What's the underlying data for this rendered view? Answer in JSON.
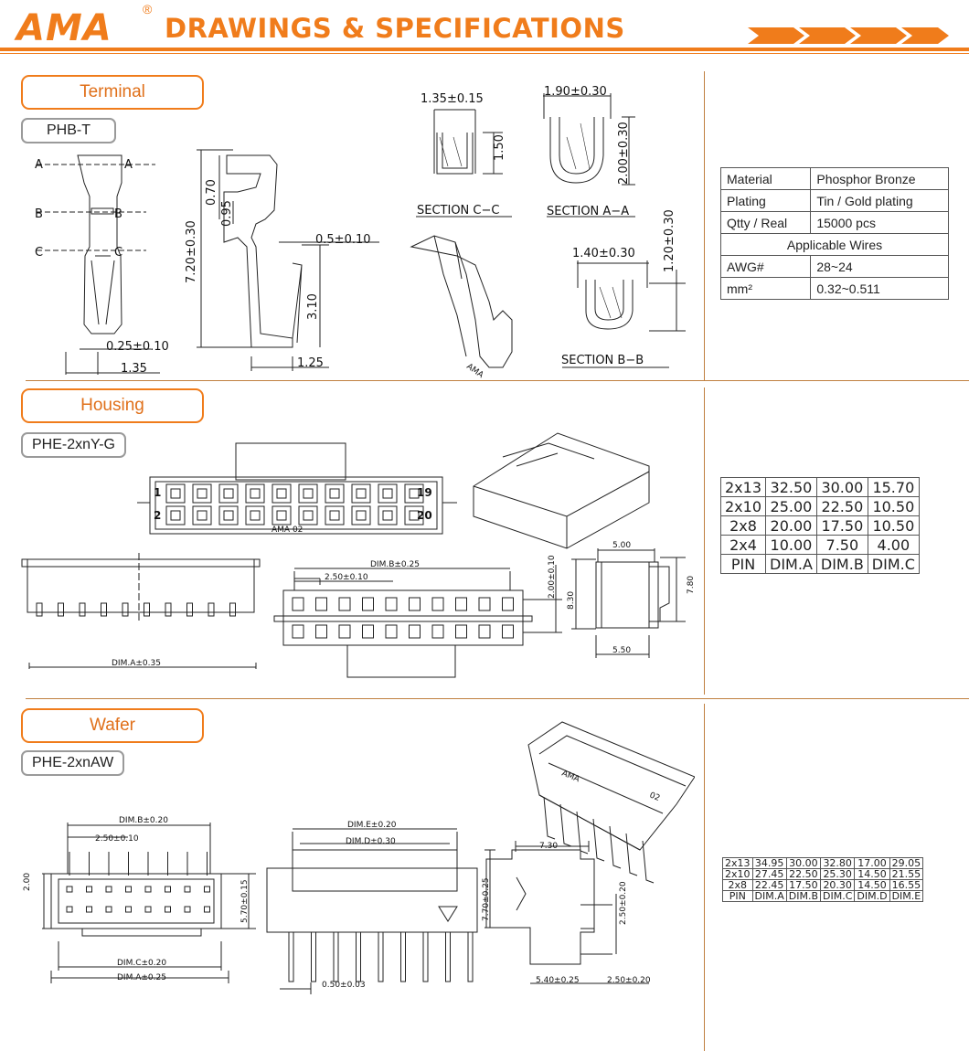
{
  "header": {
    "logo": "AMA",
    "logo_mark": "®",
    "title": "DRAWINGS & SPECIFICATIONS",
    "accent_color": "#f07c1b"
  },
  "terminal": {
    "section_label": "Terminal",
    "part_label": "PHB-T",
    "dims": {
      "section_a": "A",
      "section_b": "B",
      "section_c": "C",
      "w_0_25": "0.25±0.10",
      "w_1_35": "1.35",
      "h_7_20": "7.20±0.30",
      "h_0_70": "0.70",
      "h_0_95": "0.95",
      "t_0_5": "0.5±0.10",
      "h_3_10": "3.10",
      "w_1_25": "1.25",
      "cc_w": "1.35±0.15",
      "cc_h": "1.50",
      "cc_label": "SECTION C−C",
      "aa_w": "1.90±0.30",
      "aa_h": "2.00±0.30",
      "aa_label": "SECTION A−A",
      "bb_w": "1.40±0.30",
      "bb_h": "1.20±0.30",
      "bb_label": "SECTION B−B",
      "iso_mark": "AMA"
    },
    "spec_rows": [
      {
        "label": "Material",
        "value": "Phosphor Bronze"
      },
      {
        "label": "Plating",
        "value": "Tin / Gold plating"
      },
      {
        "label": "Qtty / Real",
        "value": "15000 pcs"
      }
    ],
    "spec_span": "Applicable Wires",
    "spec_rows2": [
      {
        "label": "AWG#",
        "value": "28~24"
      },
      {
        "label": "mm²",
        "value": "0.32~0.511"
      }
    ]
  },
  "housing": {
    "section_label": "Housing",
    "part_label": "PHE-2xnY-G",
    "dims": {
      "pin1": "1",
      "pin2": "2",
      "pin19": "19",
      "pin20": "20",
      "mark": "AMA  02",
      "dim_a": "DIM.A±0.35",
      "dim_b": "DIM.B±0.25",
      "pitch": "2.50±0.10",
      "h_2_00": "2.00±0.10",
      "h_8_30": "8.30",
      "w_5_00": "5.00",
      "h_7_80": "7.80",
      "w_5_50": "5.50"
    },
    "table": [
      [
        "2x13",
        "32.50",
        "30.00",
        "15.70"
      ],
      [
        "2x10",
        "25.00",
        "22.50",
        "10.50"
      ],
      [
        "2x8",
        "20.00",
        "17.50",
        "10.50"
      ],
      [
        "2x4",
        "10.00",
        "7.50",
        "4.00"
      ],
      [
        "PIN",
        "DIM.A",
        "DIM.B",
        "DIM.C"
      ]
    ]
  },
  "wafer": {
    "section_label": "Wafer",
    "part_label": "PHE-2xnAW",
    "dims": {
      "dim_b": "DIM.B±0.20",
      "pitch": "2.50±0.10",
      "h_2_00": "2.00",
      "h_5_70": "5.70±0.15",
      "dim_c": "DIM.C±0.20",
      "dim_a": "DIM.A±0.25",
      "dim_e": "DIM.E±0.20",
      "dim_d": "DIM.D±0.30",
      "pin_w": "0.50±0.03",
      "w_7_30": "7.30",
      "h_7_70": "7.70±0.25",
      "p_2_50": "2.50±0.20",
      "w_5_40": "5.40±0.25",
      "w_2_50": "2.50±0.20",
      "iso_mark": "AMA",
      "iso_num": "02"
    },
    "table": [
      [
        "2x13",
        "34.95",
        "30.00",
        "32.80",
        "17.00",
        "29.05"
      ],
      [
        "2x10",
        "27.45",
        "22.50",
        "25.30",
        "14.50",
        "21.55"
      ],
      [
        "2x8",
        "22.45",
        "17.50",
        "20.30",
        "14.50",
        "16.55"
      ],
      [
        "PIN",
        "DIM.A",
        "DIM.B",
        "DIM.C",
        "DIM.D",
        "DIM.E"
      ]
    ]
  }
}
